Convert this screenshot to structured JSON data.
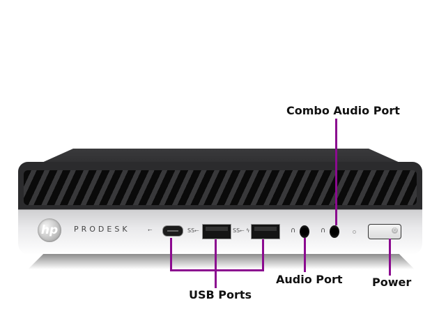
{
  "product": {
    "brand_logo": "hp",
    "model_name": "PRODESK"
  },
  "labels": {
    "combo_audio": "Combo Audio Port",
    "usb": "USB Ports",
    "audio": "Audio Port",
    "power": "Power"
  },
  "port_glyphs": {
    "usb_c": "⭠",
    "usb_a1": "SS⭠",
    "usb_a2": "SS⭠ ϟ",
    "headphone": "∩",
    "headset": "∩"
  },
  "colors": {
    "callout_line": "#8b0a8f"
  }
}
